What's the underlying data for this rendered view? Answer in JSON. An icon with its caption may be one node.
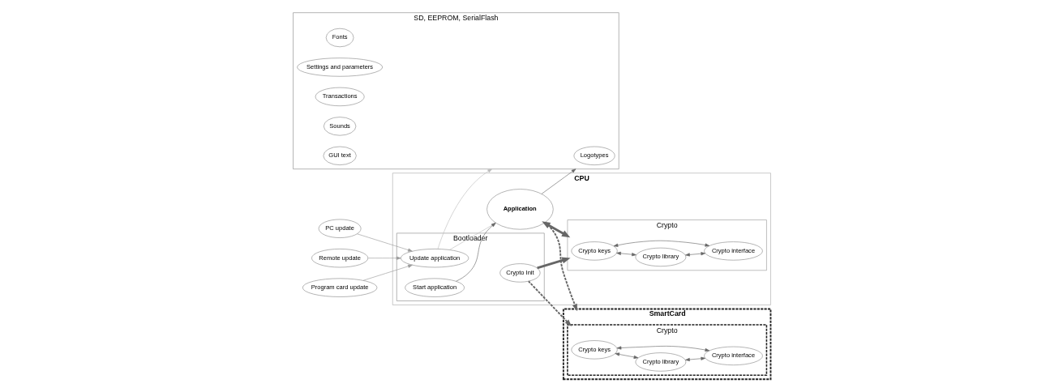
{
  "diagram": {
    "nodes": [
      {
        "text": [
          "SmartCard"
        ]
      },
      {
        "text": [
          "Crypto"
        ],
        "in": 0
      },
      {
        "text": [
          "Crypto keys"
        ],
        "in": 1
      },
      {
        "text": [
          "Crypto library"
        ],
        "in": 1
      },
      {
        "text": [
          "Crypto interface"
        ],
        "in": 1
      },
      {
        "text": [
          "Remote update"
        ]
      },
      {
        "text": [
          "Program card update"
        ]
      },
      {
        "text": [
          "PC update"
        ]
      },
      {
        "text": [
          "CPU"
        ]
      },
      {
        "text": [
          "Crypto"
        ],
        "in": 8
      },
      {
        "text": [
          "Crypto keys"
        ],
        "in": 9
      },
      {
        "text": [
          "Crypto library"
        ],
        "in": 9
      },
      {
        "text": [
          "Crypto interface"
        ],
        "in": 9
      },
      {
        "text": [
          "Bootloader"
        ],
        "in": 8
      },
      {
        "text": [
          "Update application"
        ],
        "in": 13
      },
      {
        "text": [
          "Crypto Init"
        ],
        "in": 13
      },
      {
        "text": [
          "Start application"
        ],
        "in": 13
      },
      {
        "text": [
          "Application"
        ],
        "in": 8
      },
      {
        "text": [
          "SD, EEPROM, SerialFlash"
        ]
      },
      {
        "text": [
          "Logotypes"
        ],
        "in": 18
      },
      {
        "text": [
          "Fonts"
        ],
        "in": 18
      },
      {
        "text": [
          "Settings and parameters"
        ],
        "in": 18
      },
      {
        "text": [
          "Transactions"
        ],
        "in": 18
      },
      {
        "text": [
          "Sounds"
        ],
        "in": 18
      },
      {
        "text": [
          "GUI text"
        ],
        "in": 18
      }
    ],
    "edges": [
      {
        "from": 2,
        "to": 3,
        "arrow": "both"
      },
      {
        "from": 2,
        "to": 4,
        "arrow": "both"
      },
      {
        "from": 3,
        "to": 4,
        "arrow": "both"
      },
      {
        "from": 5,
        "to": 14,
        "arrow": "to",
        "color": "#999999"
      },
      {
        "from": 6,
        "to": 14,
        "arrow": "to",
        "color": "#999999"
      },
      {
        "from": 7,
        "to": 14,
        "arrow": "to",
        "color": "#999999"
      },
      {
        "from": 10,
        "to": 11,
        "arrow": "both"
      },
      {
        "from": 10,
        "to": 12,
        "arrow": "both"
      },
      {
        "from": 11,
        "to": 12,
        "arrow": "both"
      },
      {
        "from": 15,
        "to": 9,
        "arrow": "to",
        "style": "thick"
      },
      {
        "from": 15,
        "to": 1,
        "arrow": "to",
        "style": "dashed"
      },
      {
        "from": 14,
        "to": 17,
        "arrow": "to",
        "color": "#bbbbbb"
      },
      {
        "from": 14,
        "to": 18,
        "arrow": "to",
        "color": "#bbbbbb"
      },
      {
        "from": 16,
        "to": 17,
        "arrow": "to"
      },
      {
        "from": 17,
        "to": 18,
        "arrow": "to"
      },
      {
        "from": 17,
        "to": 9,
        "arrow": "both",
        "style": "thick"
      },
      {
        "from": 17,
        "to": 0,
        "arrow": "to",
        "style": "dashed"
      }
    ]
  }
}
